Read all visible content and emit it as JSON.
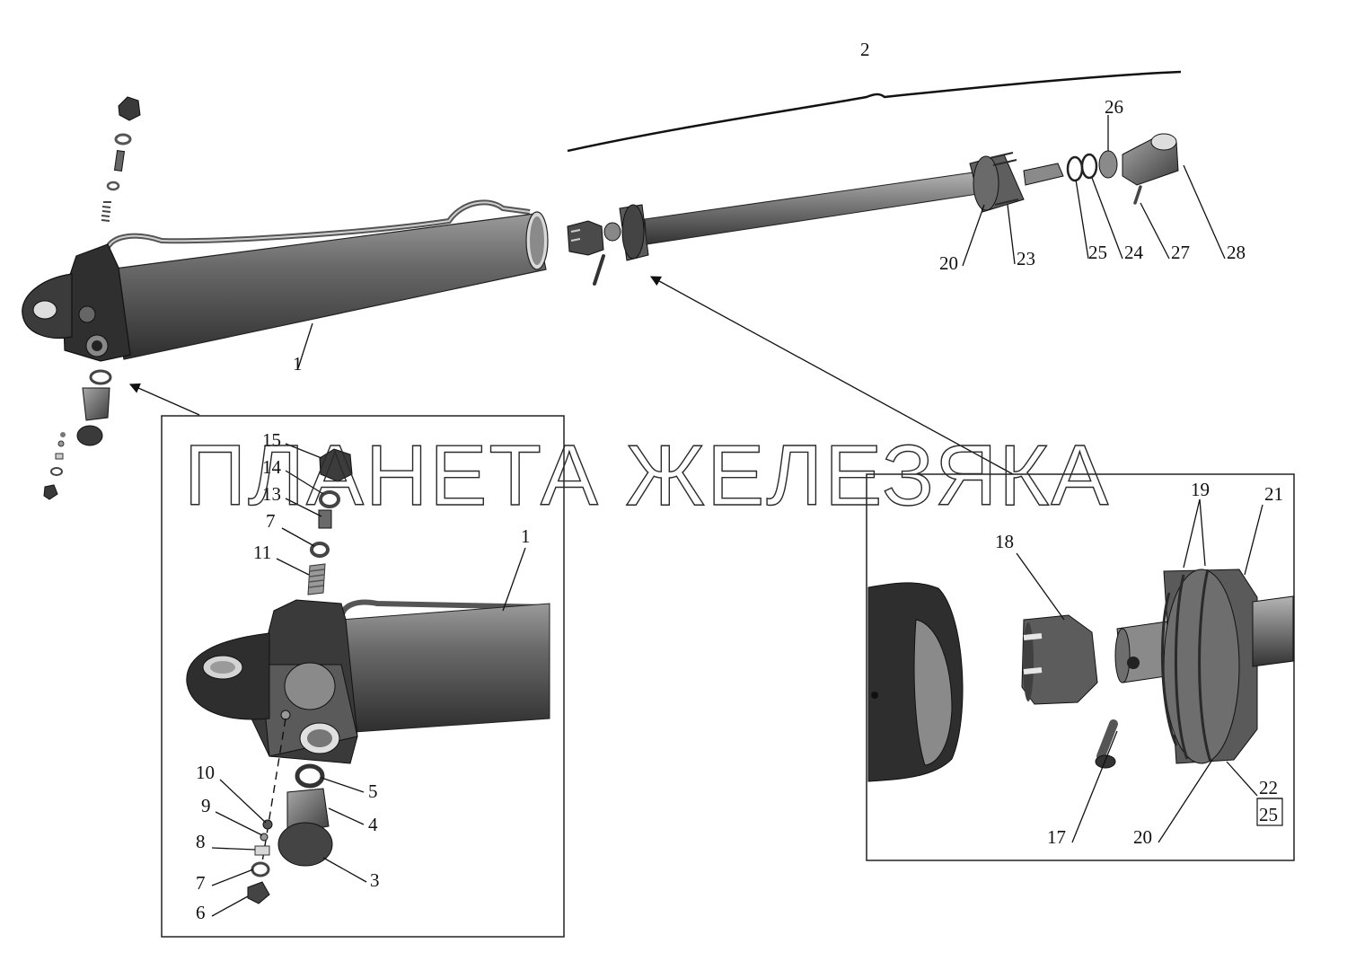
{
  "watermark": "ПЛАНЕТА ЖЕЛЕЗЯКА",
  "callouts": {
    "c1_main": "1",
    "c2": "2",
    "c20_main": "20",
    "c23": "23",
    "c25_main": "25",
    "c24": "24",
    "c27": "27",
    "c28": "28",
    "c26": "26",
    "c15": "15",
    "c14": "14",
    "c13": "13",
    "c7_top": "7",
    "c11": "11",
    "c1_inset": "1",
    "c10": "10",
    "c9": "9",
    "c8": "8",
    "c7_bottom": "7",
    "c6": "6",
    "c5": "5",
    "c4": "4",
    "c3": "3",
    "c18": "18",
    "c19": "19",
    "c21": "21",
    "c17": "17",
    "c20_inset": "20",
    "c22": "22",
    "c25_inset": "25"
  },
  "colors": {
    "metal_dark": "#3a3a3a",
    "metal_mid": "#707070",
    "metal_light": "#b0b0b0",
    "ink": "#111111"
  }
}
